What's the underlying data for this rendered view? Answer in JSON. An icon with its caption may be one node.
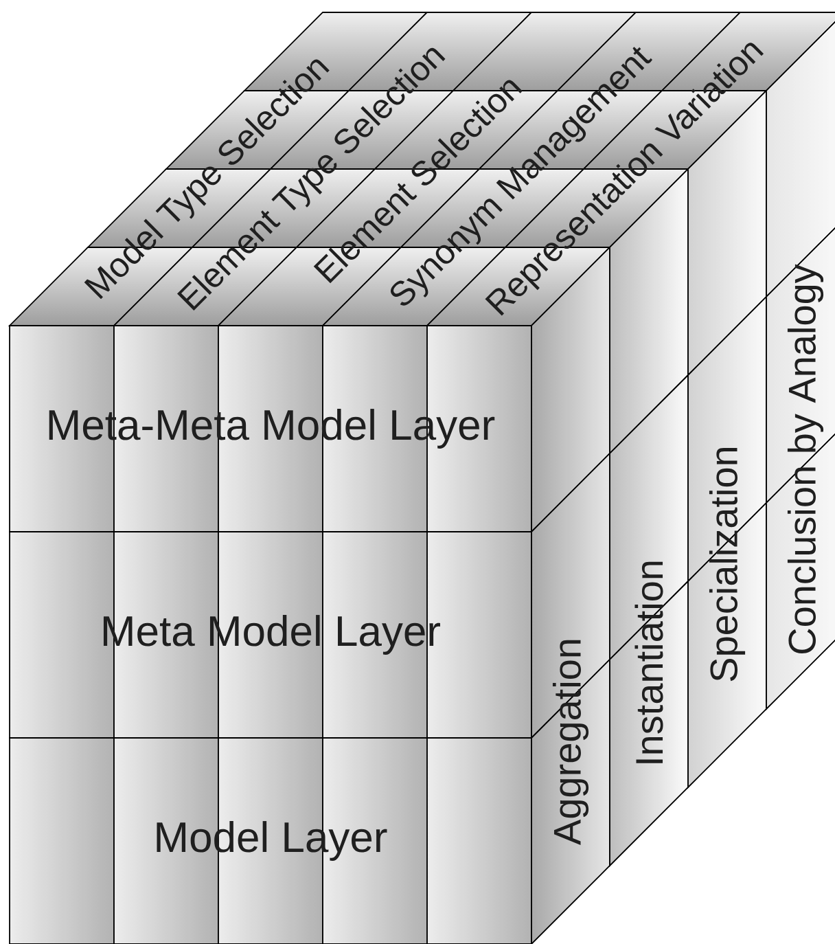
{
  "diagram": {
    "nodes": [
      {
        "text": [
          "Model Type Selection"
        ]
      },
      {
        "text": [
          "Element Type Selection"
        ]
      },
      {
        "text": [
          "Element Selection"
        ]
      },
      {
        "text": [
          "Synonym Management"
        ]
      },
      {
        "text": [
          "Representation Variation"
        ]
      },
      {
        "text": [
          "Meta-Meta Model Layer"
        ]
      },
      {
        "text": [
          "Meta Model Layer"
        ]
      },
      {
        "text": [
          "Model Layer"
        ]
      },
      {
        "text": [
          "Aggregation"
        ]
      },
      {
        "text": [
          "Instantiation"
        ]
      },
      {
        "text": [
          "Specialization"
        ]
      },
      {
        "text": [
          "Conclusion by Analogy"
        ]
      }
    ]
  }
}
